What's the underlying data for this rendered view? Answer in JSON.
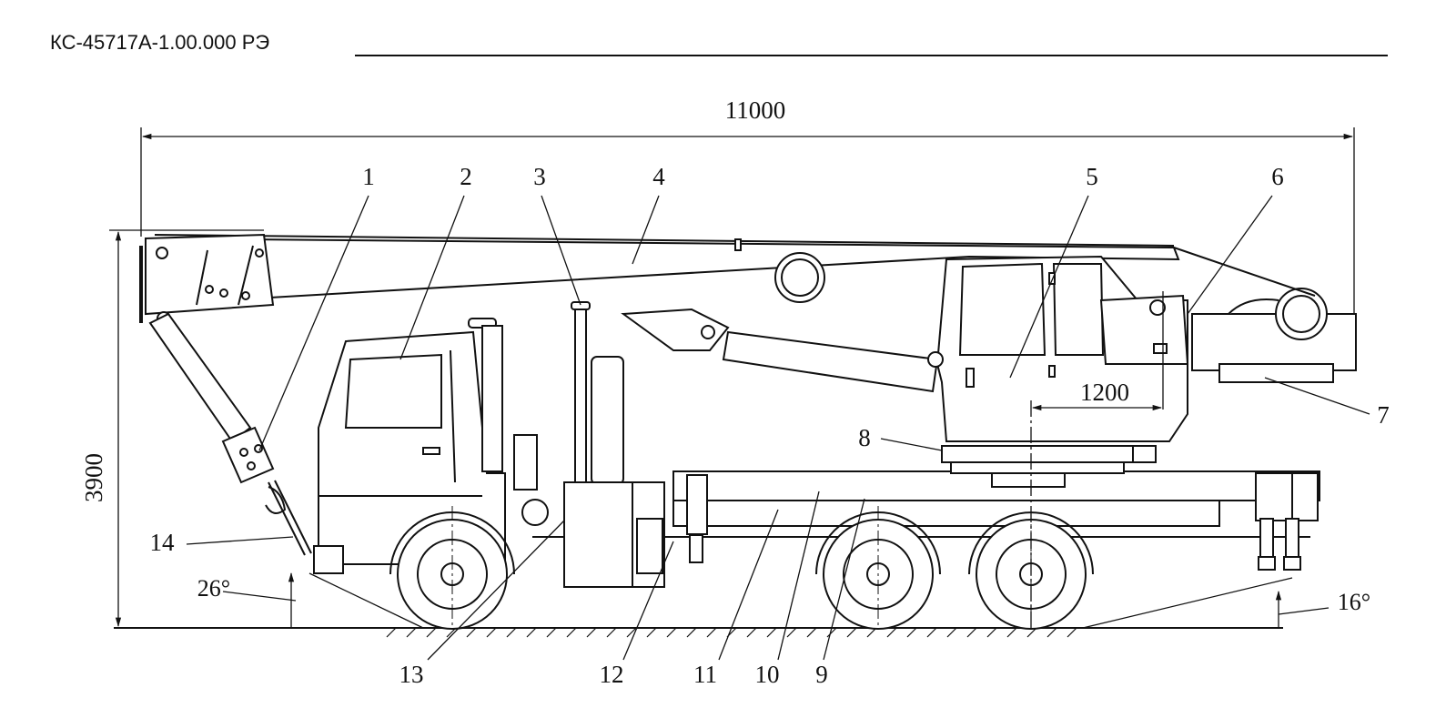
{
  "header": {
    "document_code": "КС-45717А-1.00.000 РЭ"
  },
  "dimensions": {
    "overall_length": "11000",
    "overall_height": "3900",
    "turntable_offset": "1200",
    "front_angle": "26°",
    "rear_angle": "16°"
  },
  "callouts": [
    "1",
    "2",
    "3",
    "4",
    "5",
    "6",
    "7",
    "8",
    "9",
    "10",
    "11",
    "12",
    "13",
    "14"
  ]
}
